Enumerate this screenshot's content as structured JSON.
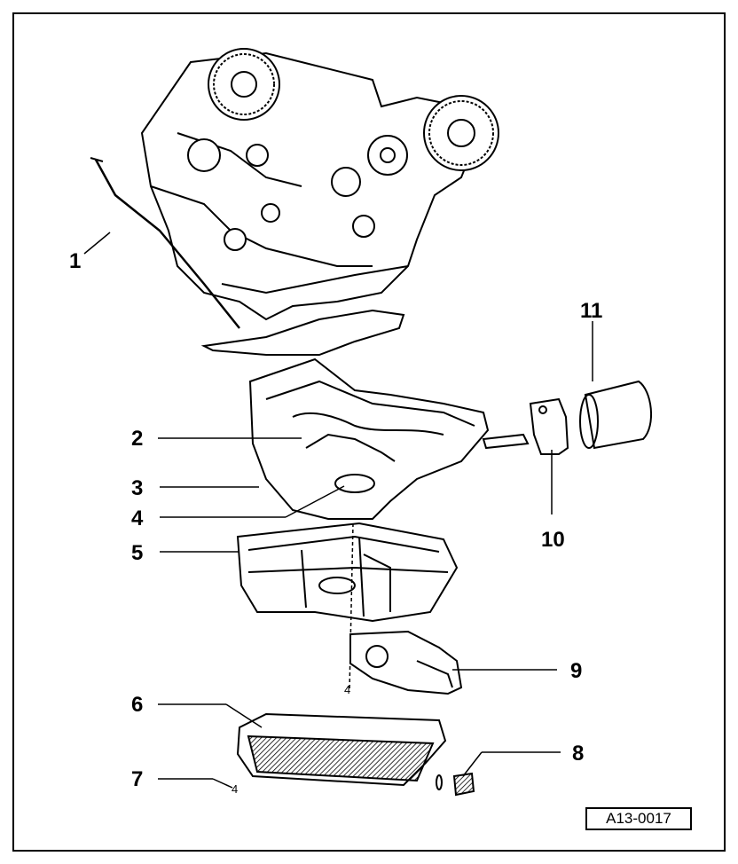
{
  "figure": {
    "reference_code": "A13-0017",
    "callouts": [
      {
        "id": "1",
        "label": "1"
      },
      {
        "id": "2",
        "label": "2"
      },
      {
        "id": "3",
        "label": "3"
      },
      {
        "id": "4",
        "label": "4"
      },
      {
        "id": "5",
        "label": "5"
      },
      {
        "id": "6",
        "label": "6"
      },
      {
        "id": "7",
        "label": "7"
      },
      {
        "id": "8",
        "label": "8"
      },
      {
        "id": "9",
        "label": "9"
      },
      {
        "id": "10",
        "label": "10"
      },
      {
        "id": "11",
        "label": "11"
      }
    ],
    "small_marks": {
      "mark_a": "4",
      "mark_b": "4"
    }
  }
}
